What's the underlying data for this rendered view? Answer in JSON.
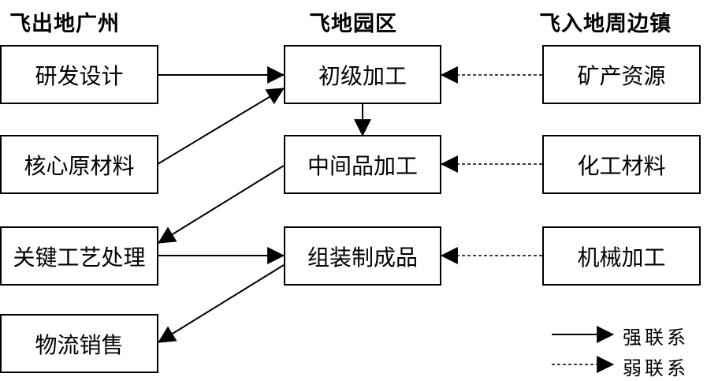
{
  "columns": {
    "left": "飞出地广州",
    "middle": "飞地园区",
    "right": "飞入地周边镇"
  },
  "nodes": {
    "rd": "研发设计",
    "core_materials": "核心原材料",
    "key_process": "关键工艺处理",
    "logistics": "物流销售",
    "primary": "初级加工",
    "intermediate": "中间品加工",
    "assembly": "组装制成品",
    "mineral": "矿产资源",
    "chemical": "化工材料",
    "machining": "机械加工"
  },
  "edges": [
    {
      "from": "研发设计",
      "to": "初级加工",
      "type": "strong"
    },
    {
      "from": "核心原材料",
      "to": "初级加工",
      "type": "strong"
    },
    {
      "from": "初级加工",
      "to": "中间品加工",
      "type": "strong"
    },
    {
      "from": "中间品加工",
      "to": "关键工艺处理",
      "type": "strong"
    },
    {
      "from": "关键工艺处理",
      "to": "组装制成品",
      "type": "strong"
    },
    {
      "from": "组装制成品",
      "to": "物流销售",
      "type": "strong"
    },
    {
      "from": "矿产资源",
      "to": "初级加工",
      "type": "weak"
    },
    {
      "from": "化工材料",
      "to": "中间品加工",
      "type": "weak"
    },
    {
      "from": "机械加工",
      "to": "组装制成品",
      "type": "weak"
    }
  ],
  "legend": {
    "strong": "强联系",
    "weak": "弱联系"
  }
}
